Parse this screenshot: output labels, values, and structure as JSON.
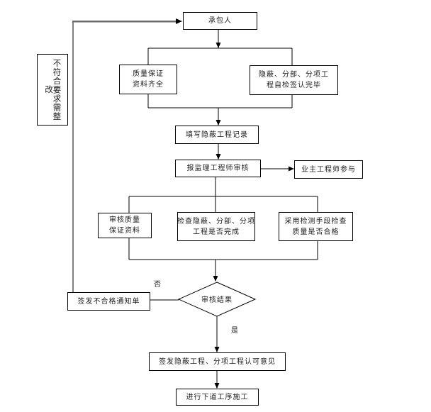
{
  "diagram": {
    "type": "flowchart",
    "language": "zh-CN",
    "colors": {
      "line": "#000000",
      "feedback_line": "#6b6b6b",
      "box_border": "#000000",
      "box_bg": "#ffffff",
      "text": "#1c1c1c"
    },
    "nodes": {
      "contractor": {
        "label": "承包人"
      },
      "qa_data": {
        "lines": [
          "质量保证",
          "资料齐全"
        ]
      },
      "self_check": {
        "lines": [
          "隐蔽、分部、分项工",
          "程自检签认完毕"
        ]
      },
      "fill_record": {
        "label": "填写隐蔽工程记录"
      },
      "report_supervisor": {
        "label": "报监理工程师审核"
      },
      "owner_engineer": {
        "label": "业主工程师参与"
      },
      "review_qa": {
        "lines": [
          "审核质量",
          "保证资料"
        ]
      },
      "check_complete": {
        "lines": [
          "检查隐蔽、分部、分项",
          "工程是否完成"
        ]
      },
      "detect_quality": {
        "lines": [
          "采用检测手段检查",
          "质量是否合格"
        ]
      },
      "decision": {
        "label": "审核结果"
      },
      "issue_notice": {
        "label": "签发不合格通知单"
      },
      "issue_approval": {
        "label": "签发隐蔽工程、分项工程认可意见"
      },
      "next_process": {
        "label": "进行下道工序施工"
      },
      "rectify_note": {
        "label": "不符合要求需整改"
      }
    },
    "edge_labels": {
      "no": "否",
      "yes": "是"
    }
  }
}
